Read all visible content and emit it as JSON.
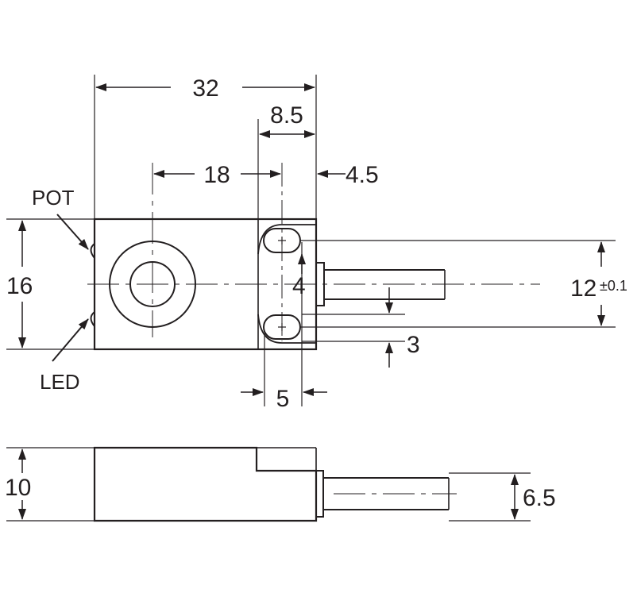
{
  "labels": {
    "pot": "POT",
    "led": "LED"
  },
  "dimensions": {
    "length": "32",
    "slot_width": "8.5",
    "center_to_hole": "18",
    "hole_offset": "4.5",
    "height": "16",
    "hole_spacing": "12",
    "tolerance": "±0.1",
    "slot_depth": "4",
    "cable_gap": "3",
    "hole_pitch": "5",
    "thickness": "10",
    "cable_diameter": "6.5"
  },
  "colors": {
    "ink": "#231f20",
    "background": "#ffffff"
  }
}
